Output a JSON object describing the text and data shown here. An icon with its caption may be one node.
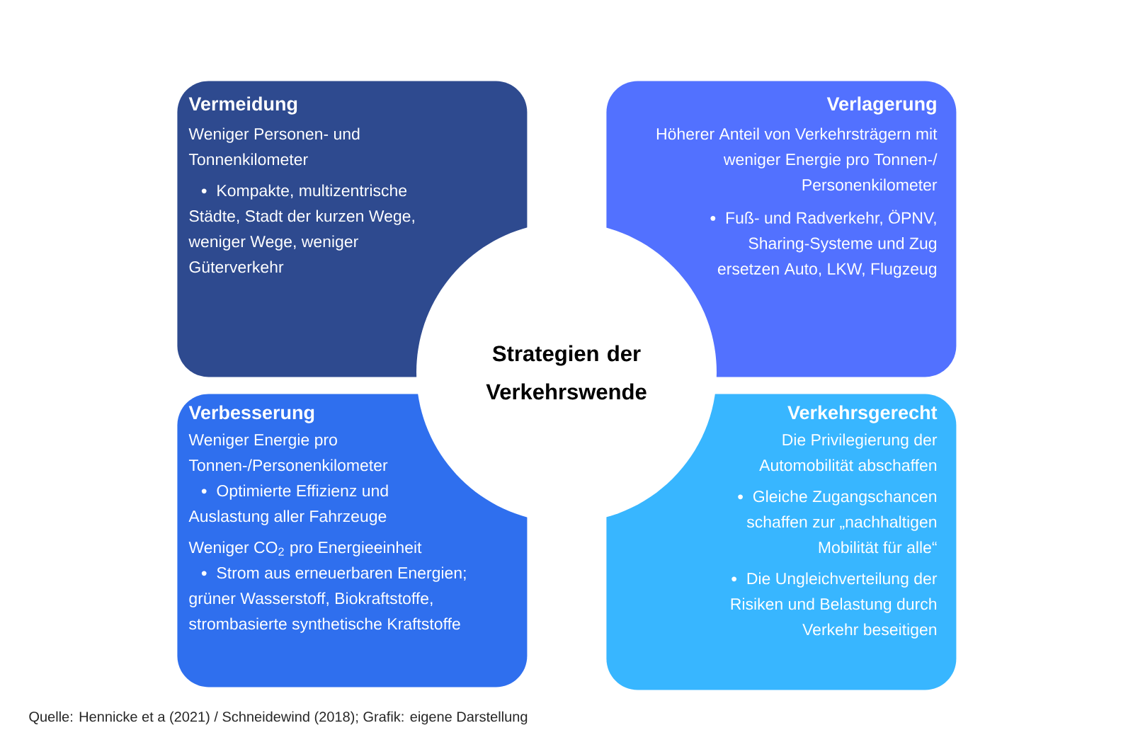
{
  "diagram": {
    "caption": "Quelle: Hennicke et a (2021) / Schneidewind (2018); Grafik: eigene Darstellung",
    "nodes": [
      {
        "text": [
          "Strategien der Verkehrswende"
        ]
      },
      {
        "text": [
          "Vermeidung",
          "Weniger Personen- und Tonnenkilometer",
          "Kompakte, multizentrische Städte, Stadt der kurzen Wege, weniger Wege, weniger Güterverkehr"
        ]
      },
      {
        "text": [
          "Verlagerung",
          "Höherer Anteil von Verkehrsträgern mit weniger Energie pro Tonnen-/ Personenkilometer",
          "Fuß- und Radverkehr, ÖPNV, Sharing-Systeme und Zug ersetzen Auto, LKW, Flugzeug"
        ]
      },
      {
        "text": [
          "Verbesserung",
          "Weniger Energie pro Tonnen-/Personenkilometer",
          "Optimierte Effizienz und Auslastung aller Fahrzeuge",
          "Weniger CO$_{2}$ pro Energieeinheit",
          "Strom aus erneuerbaren Energien; grüner Wasserstoff, Biokraftstoffe, strombasierte synthetische Kraftstoffe"
        ]
      },
      {
        "text": [
          "Verkehrsgerecht",
          "Die Privilegierung der Automobilität abschaffen",
          "Gleiche Zugangschancen schaffen zur „nachhaltigen Mobilität für alle“",
          "Die Ungleichverteilung der Risiken und Belastung durch Verkehr beseitigen"
        ]
      }
    ]
  }
}
